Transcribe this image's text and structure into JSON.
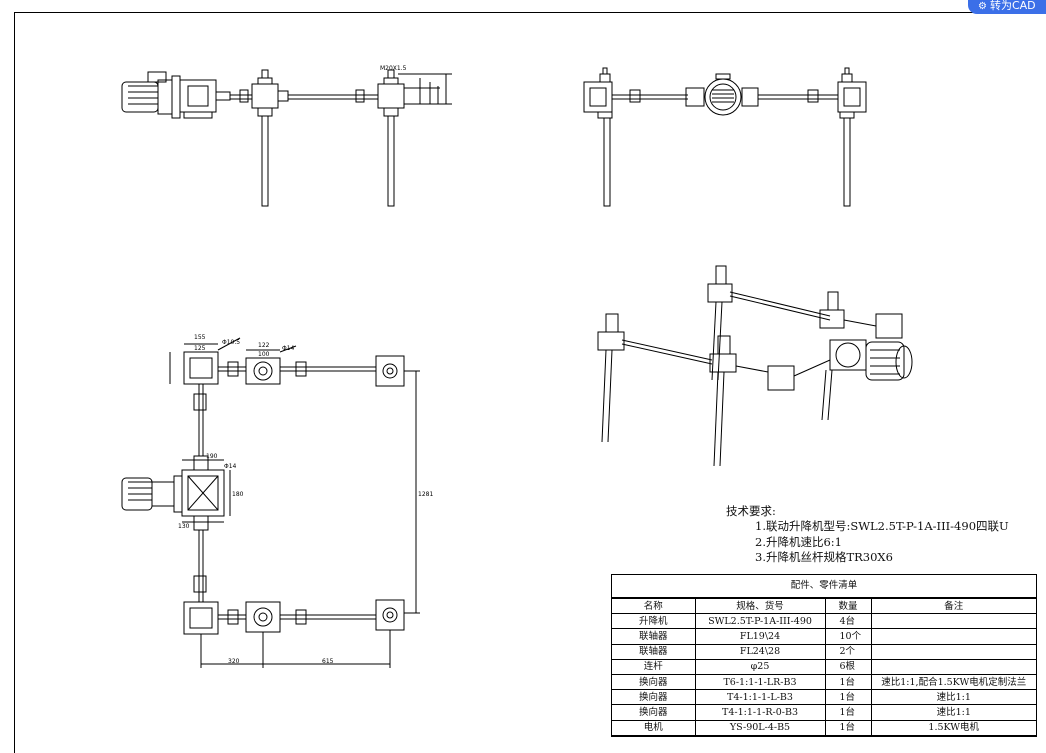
{
  "toolbar": {
    "convert_cad_label": "转为CAD"
  },
  "tech_requirements": {
    "title": "技术要求:",
    "items": [
      "1.联动升降机型号:SWL2.5T-P-1A-III-490四联U",
      "2.升降机速比6:1",
      "3.升降机丝杆规格TR30X6"
    ]
  },
  "dimensions": {
    "d1": "M20X1.5",
    "d2": "Φ10.5",
    "d3": "Φ14",
    "d4": "Φ14",
    "d5": "155",
    "d6": "125",
    "d7": "122",
    "d8": "100",
    "d9": "190",
    "d10": "130",
    "d11": "180",
    "d12": "1281",
    "d13": "320",
    "d14": "615"
  },
  "bom": {
    "title": "配件、零件清单",
    "headers": [
      "名称",
      "规格、货号",
      "数量",
      "备注"
    ],
    "rows": [
      [
        "升降机",
        "SWL2.5T-P-1A-III-490",
        "4台",
        ""
      ],
      [
        "联轴器",
        "FL19\\24",
        "10个",
        ""
      ],
      [
        "联轴器",
        "FL24\\28",
        "2个",
        ""
      ],
      [
        "连杆",
        "φ25",
        "6根",
        ""
      ],
      [
        "换向器",
        "T6-1:1-1-LR-B3",
        "1台",
        "速比1:1,配合1.5KW电机定制法兰"
      ],
      [
        "换向器",
        "T4-1:1-1-L-B3",
        "1台",
        "速比1:1"
      ],
      [
        "换向器",
        "T4-1:1-1-R-0-B3",
        "1台",
        "速比1:1"
      ],
      [
        "电机",
        "YS-90L-4-B5",
        "1台",
        "1.5KW电机"
      ]
    ]
  }
}
